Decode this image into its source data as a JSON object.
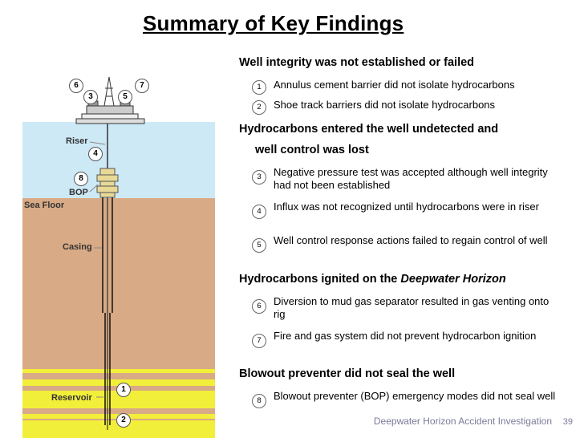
{
  "title": "Summary of Key Findings",
  "diagram": {
    "labels": {
      "riser": "Riser",
      "bop": "BOP",
      "sea_floor": "Sea Floor",
      "casing": "Casing",
      "reservoir": "Reservoir"
    },
    "markers": [
      "6",
      "7",
      "3",
      "5",
      "4",
      "8",
      "1",
      "2"
    ],
    "colors": {
      "sea": "#cde9f6",
      "ground": "#d8aa85",
      "reservoir": "#f2ef3a"
    }
  },
  "sections": [
    {
      "heading": "Well integrity was not established or failed",
      "items": [
        {
          "num": "1",
          "text": "Annulus cement barrier did not isolate hydrocarbons"
        },
        {
          "num": "2",
          "text": "Shoe track barriers did not isolate hydrocarbons"
        }
      ]
    },
    {
      "heading_line1": "Hydrocarbons entered the well undetected and",
      "heading_line2": "well control was lost",
      "items": [
        {
          "num": "3",
          "text": "Negative pressure test was accepted although well integrity had not been established"
        },
        {
          "num": "4",
          "text": "Influx was not recognized until hydrocarbons were in riser"
        },
        {
          "num": "5",
          "text": "Well control response actions failed to regain control of well"
        }
      ]
    },
    {
      "heading_prefix": "Hydrocarbons ignited on the ",
      "heading_italic": "Deepwater Horizon",
      "items": [
        {
          "num": "6",
          "text": "Diversion to mud gas separator resulted in gas venting onto rig"
        },
        {
          "num": "7",
          "text": "Fire and gas system did not prevent hydrocarbon ignition"
        }
      ]
    },
    {
      "heading": "Blowout preventer did not seal the well",
      "items": [
        {
          "num": "8",
          "text": "Blowout preventer (BOP) emergency modes did not seal well"
        }
      ]
    }
  ],
  "footer": "Deepwater Horizon Accident Investigation",
  "page_number": "39"
}
